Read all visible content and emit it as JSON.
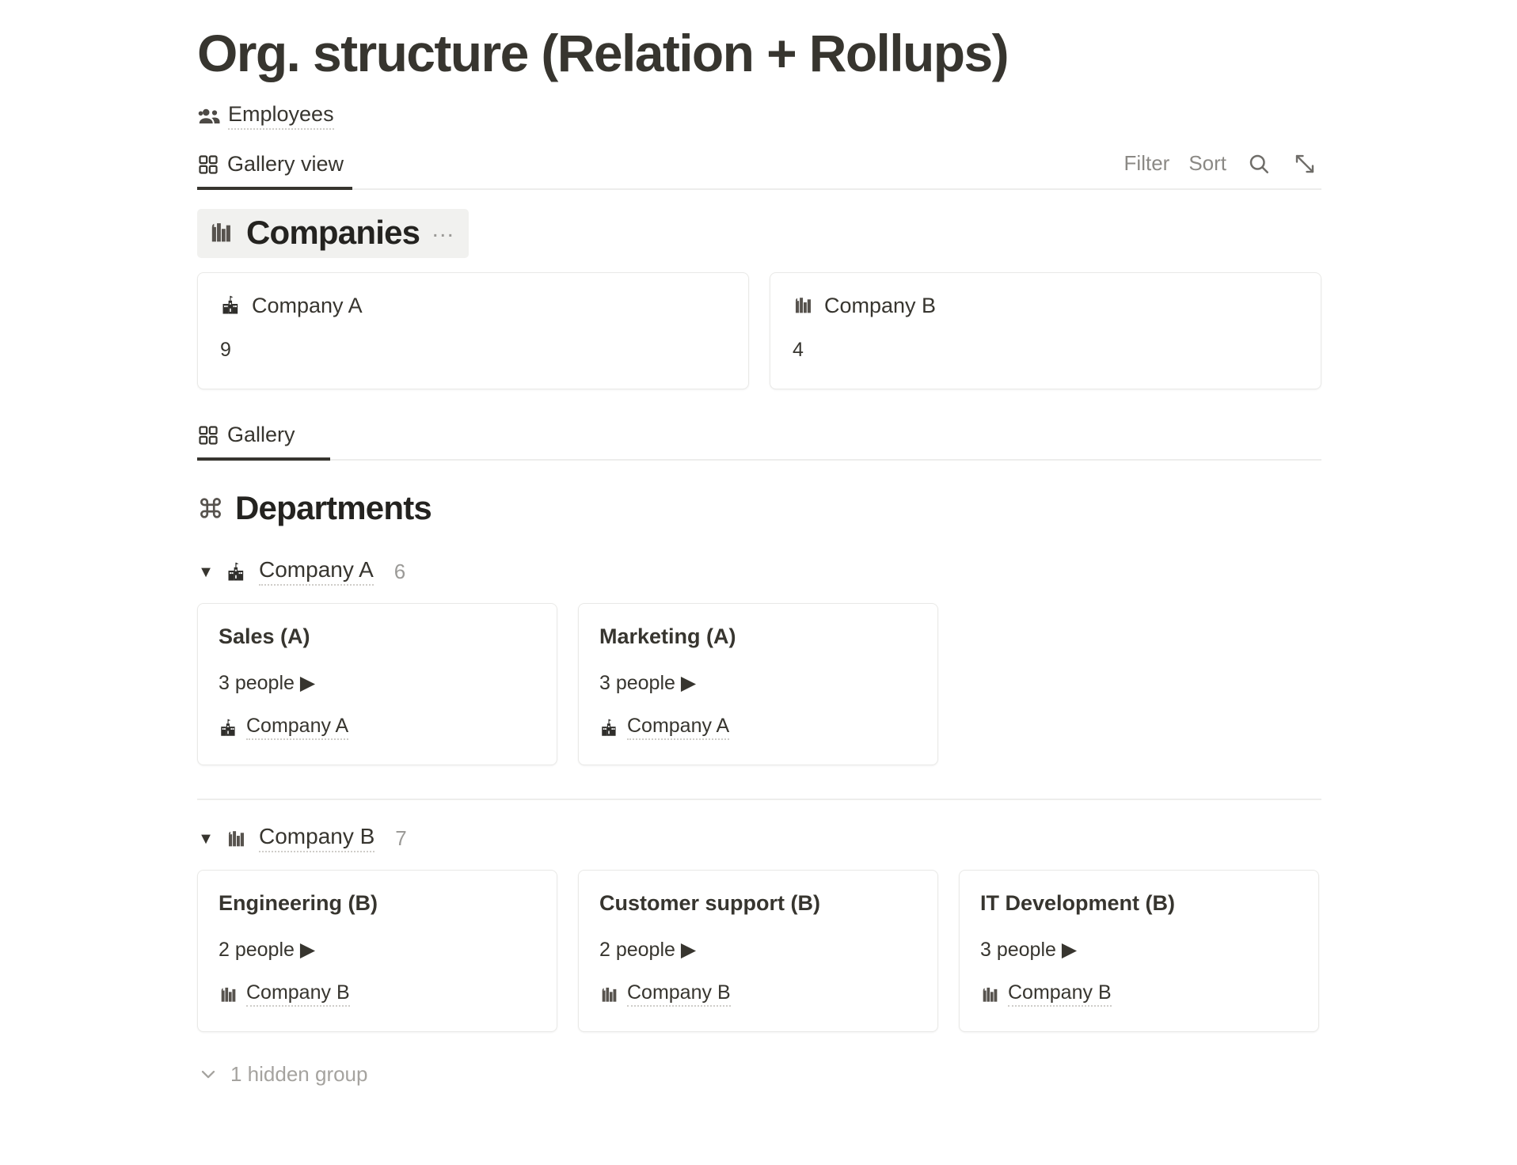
{
  "page": {
    "title": "Org. structure (Relation + Rollups)"
  },
  "source": {
    "icon": "people-group-icon",
    "label": "Employees"
  },
  "view_toolbar": {
    "tab_icon": "gallery-grid-icon",
    "tab_label": "Gallery view",
    "filter_label": "Filter",
    "sort_label": "Sort",
    "search_icon": "search-icon",
    "expand_icon": "expand-diagonal-arrows-icon"
  },
  "companies_section": {
    "icon": "city-buildings-icon",
    "title": "Companies",
    "menu_label": "…",
    "cards": [
      {
        "icon": "school-building-icon",
        "title": "Company A",
        "value": "9"
      },
      {
        "icon": "city-buildings-icon",
        "title": "Company B",
        "value": "4"
      }
    ]
  },
  "gallery_tab": {
    "icon": "gallery-grid-icon",
    "label": "Gallery"
  },
  "departments_section": {
    "icon": "command-place-icon",
    "title": "Departments",
    "groups": [
      {
        "caret": "▼",
        "icon": "school-building-icon",
        "label": "Company A",
        "count": "6",
        "cards": [
          {
            "title": "Sales (A)",
            "people": "3 people ▶",
            "relation_icon": "school-building-icon",
            "relation_label": "Company A"
          },
          {
            "title": "Marketing (A)",
            "people": "3 people ▶",
            "relation_icon": "school-building-icon",
            "relation_label": "Company A"
          }
        ]
      },
      {
        "caret": "▼",
        "icon": "city-buildings-icon",
        "label": "Company B",
        "count": "7",
        "cards": [
          {
            "title": "Engineering (B)",
            "people": "2 people ▶",
            "relation_icon": "city-buildings-icon",
            "relation_label": "Company B"
          },
          {
            "title": "Customer support (B)",
            "people": "2 people ▶",
            "relation_icon": "city-buildings-icon",
            "relation_label": "Company B"
          },
          {
            "title": "IT Development (B)",
            "people": "3 people ▶",
            "relation_icon": "city-buildings-icon",
            "relation_label": "Company B"
          }
        ]
      }
    ],
    "hidden_group": {
      "icon": "chevron-down-icon",
      "label": "1 hidden group"
    }
  },
  "colors": {
    "text": "#37352f",
    "muted": "#9b9a97",
    "card_border": "#e9e9e7",
    "highlight": "#f1f1ef",
    "rule": "#ededec"
  }
}
